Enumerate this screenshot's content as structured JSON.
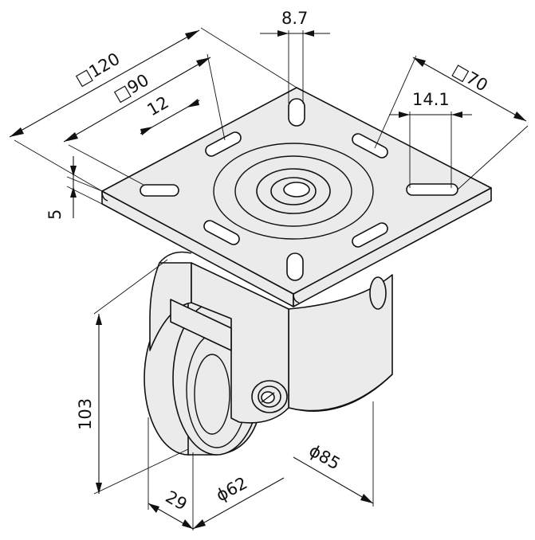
{
  "dimensions": {
    "plate_outer": "□120",
    "plate_hole_pattern": "□90",
    "slot_width": "12",
    "plate_thickness": "5",
    "slot_spacing_top": "8.7",
    "plate_inner_pattern": "□70",
    "slot_spacing_right": "14.1",
    "overall_height": "103",
    "wheel_width": "29",
    "wheel_diameter": "ϕ62",
    "housing_diameter": "ϕ85"
  }
}
